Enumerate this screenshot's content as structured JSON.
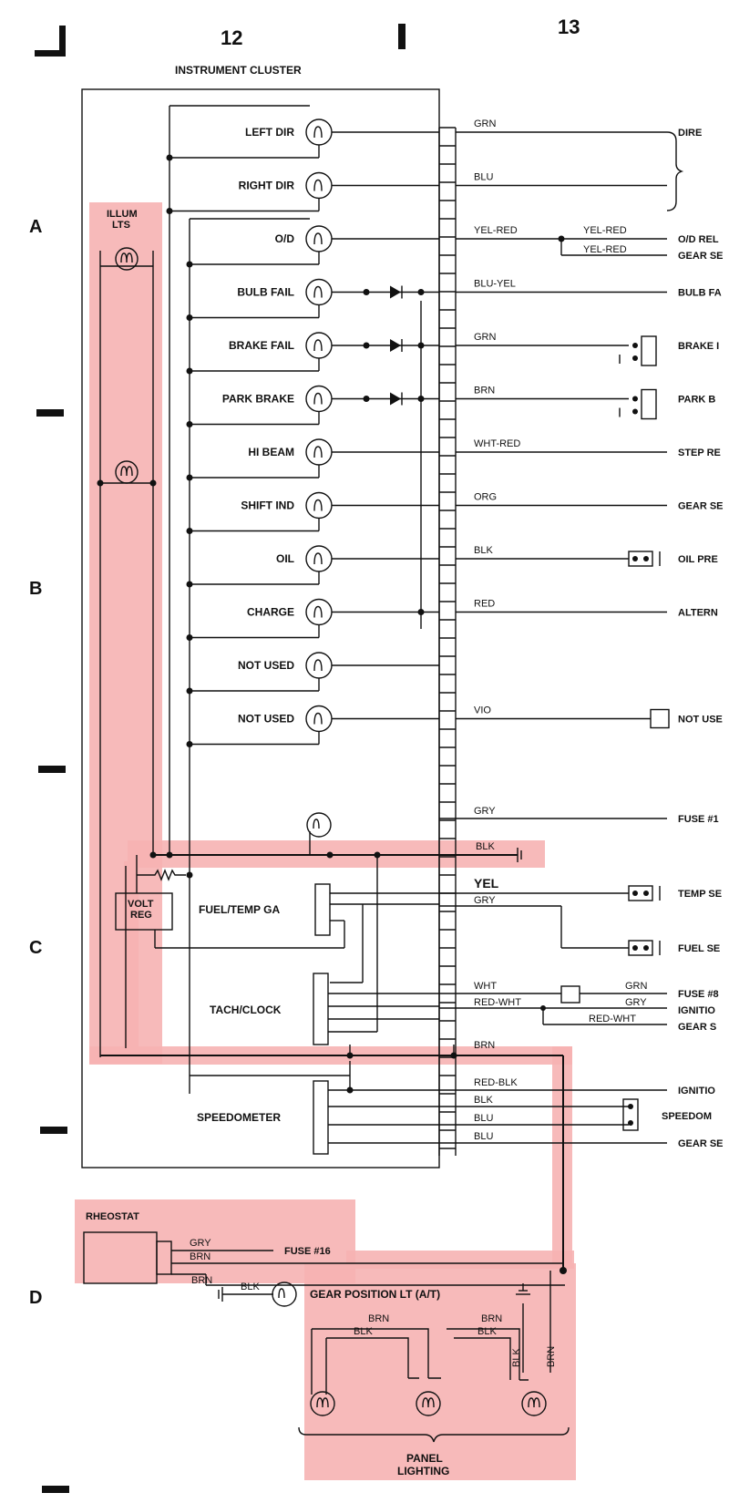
{
  "header": {
    "col_left": "12",
    "col_right": "13",
    "cluster_title": "INSTRUMENT CLUSTER"
  },
  "row_markers": [
    "A",
    "B",
    "C",
    "D"
  ],
  "illum": "ILLUM\nLTS",
  "volt_reg": "VOLT\nREG",
  "lamps": [
    {
      "label": "LEFT DIR",
      "wire": "GRN",
      "dest": "DIRE"
    },
    {
      "label": "RIGHT DIR",
      "wire": "BLU",
      "dest": ""
    },
    {
      "label": "O/D",
      "wire": "YEL-RED",
      "dest": "O/D REL"
    },
    {
      "label": "BULB FAIL",
      "wire": "BLU-YEL",
      "dest": "BULB FA"
    },
    {
      "label": "BRAKE FAIL",
      "wire": "GRN",
      "dest": "BRAKE I"
    },
    {
      "label": "PARK BRAKE",
      "wire": "BRN",
      "dest": "PARK B"
    },
    {
      "label": "HI BEAM",
      "wire": "WHT-RED",
      "dest": "STEP RE"
    },
    {
      "label": "SHIFT IND",
      "wire": "ORG",
      "dest": "GEAR SE"
    },
    {
      "label": "OIL",
      "wire": "BLK",
      "dest": "OIL PRE"
    },
    {
      "label": "CHARGE",
      "wire": "RED",
      "dest": "ALTERN"
    },
    {
      "label": "NOT USED",
      "wire": "",
      "dest": ""
    },
    {
      "label": "NOT USED",
      "wire": "VIO",
      "dest": "NOT USE"
    }
  ],
  "od_branch": {
    "wire1": "YEL-RED",
    "wire2": "YEL-RED",
    "dest2": "GEAR SE"
  },
  "gry_wire": {
    "wire": "GRY",
    "dest": "FUSE #1"
  },
  "blk_ground": "BLK",
  "gauges": {
    "fuel_temp": {
      "label": "FUEL/TEMP GA",
      "wire1": "YEL",
      "dest1": "TEMP SE",
      "wire2": "GRY",
      "dest2": "FUEL SE"
    },
    "tach_clock": {
      "label": "TACH/CLOCK",
      "wire1": "WHT",
      "wire1b": "GRN",
      "dest1": "FUSE #8",
      "wire2": "RED-WHT",
      "wire2b": "GRY",
      "dest2": "IGNITIO",
      "wire3": "RED-WHT",
      "dest3": "GEAR S"
    },
    "brn": "BRN",
    "speedometer": {
      "label": "SPEEDOMETER",
      "w1": "RED-BLK",
      "d1": "IGNITIO",
      "w2": "BLK",
      "w3": "BLU",
      "d3": "SPEEDOM",
      "w4": "BLU",
      "d4": "GEAR SE"
    }
  },
  "rheostat": {
    "label": "RHEOSTAT",
    "w1": "GRY",
    "d1": "FUSE #16",
    "w2": "BRN",
    "w3": "BRN"
  },
  "gear_position": {
    "label": "GEAR POSITION LT (A/T)",
    "wire": "BLK"
  },
  "panel": {
    "label": "PANEL\nLIGHTING",
    "brn1": "BRN",
    "blk1": "BLK",
    "brn2": "BRN",
    "blk2": "BLK",
    "blk3": "BLK",
    "brn3": "BRN"
  }
}
